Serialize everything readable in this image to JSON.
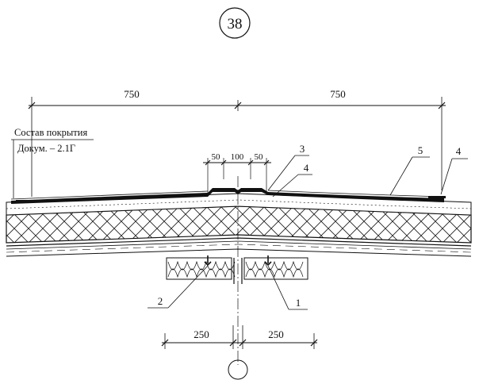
{
  "sheet_number": "38",
  "dimensions": {
    "top_left": "750",
    "top_right": "750",
    "gap_left": "50",
    "gap_mid": "100",
    "gap_right": "50",
    "bottom_left": "250",
    "bottom_right": "250"
  },
  "note": {
    "line1": "Состав покрытия",
    "line2": "Докум. – 2.1Г"
  },
  "callouts": {
    "c1": "1",
    "c2": "2",
    "c3": "3",
    "c4a": "4",
    "c4b": "4",
    "c5": "5"
  }
}
